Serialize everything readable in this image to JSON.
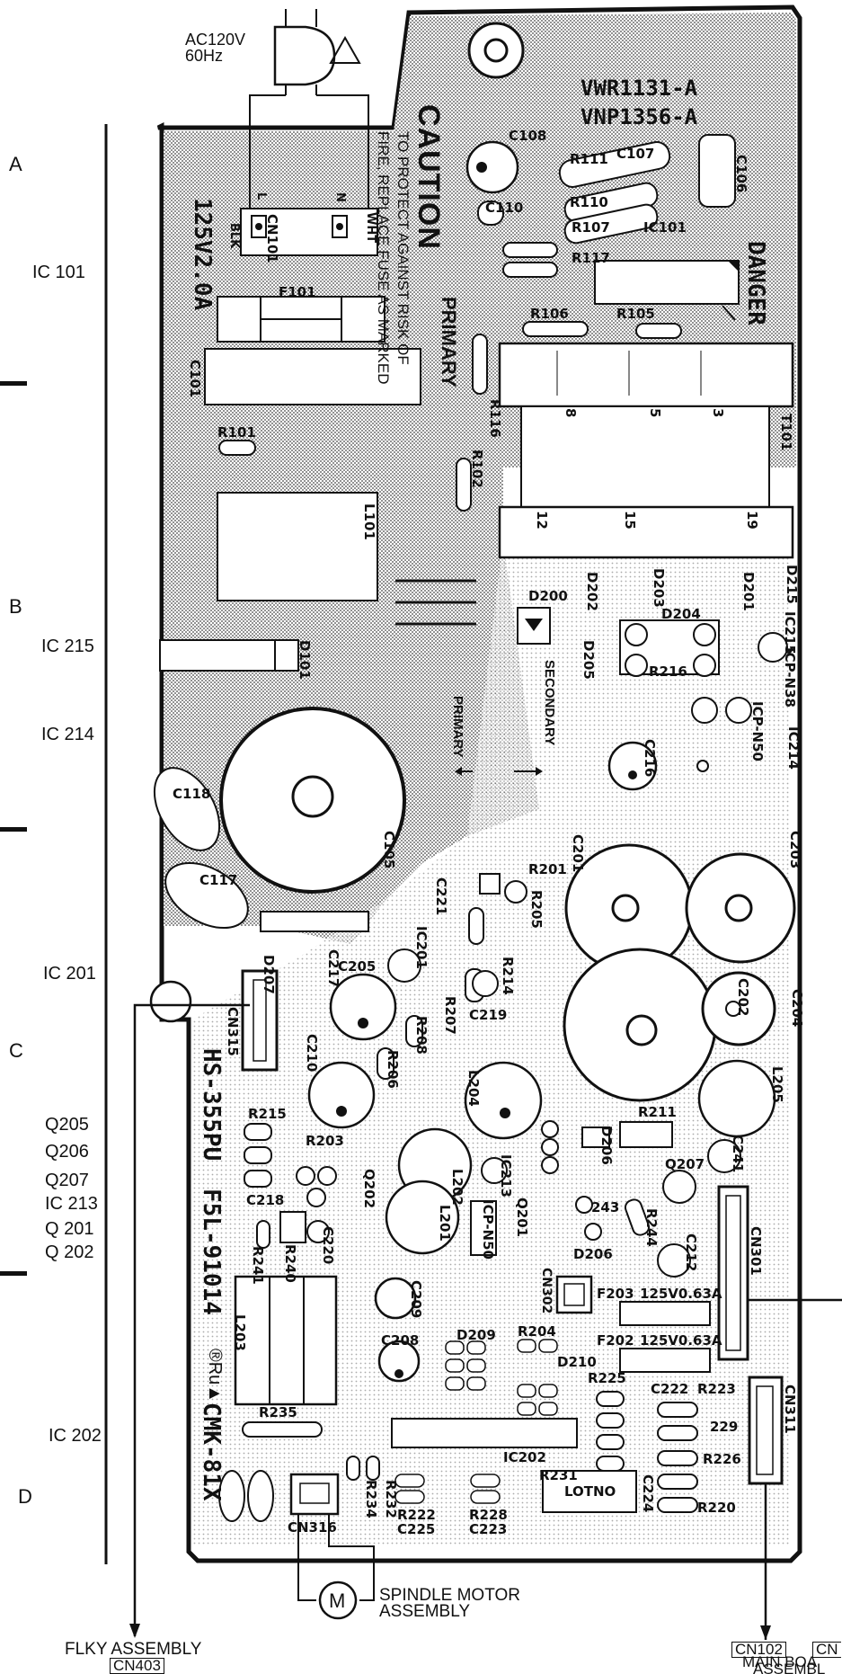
{
  "power_input": {
    "voltage": "AC120V",
    "frequency": "60Hz",
    "warning_symbol": "warning-triangle-icon"
  },
  "board_codes": [
    "VWR1131-A",
    "VNP1356-A"
  ],
  "caution": {
    "title": "CAUTION",
    "line1": "TO PROTECT AGAINST RISK OF",
    "line2": "FIRE, REPLACE FUSE AS MARKED"
  },
  "fuse_rating": "125V2.0A",
  "danger_label": "DANGER",
  "primary_label": "PRIMARY",
  "primary_secondary": {
    "primary": "PRIMARY",
    "secondary": "SECONDARY"
  },
  "grid_rows": [
    "A",
    "B",
    "C",
    "D"
  ],
  "side_ic_labels": [
    "IC 101",
    "IC 215",
    "IC 214",
    "IC 201",
    "Q205",
    "Q206",
    "Q207",
    "IC 213",
    "Q 201",
    "Q 202",
    "IC 202"
  ],
  "connector_labels": {
    "cn101": "CN101",
    "blk": "BLK",
    "wht": "WHT",
    "l": "L",
    "n": "N",
    "cn315": "CN315",
    "cn301": "CN301",
    "cn302": "CN302",
    "cn311": "CN311",
    "cn316": "CN316"
  },
  "board_model": "HS-355PU",
  "board_model2": "F5L-91014",
  "board_model3": "CMK-81X",
  "ul_mark": "®Ru▲",
  "fuses": {
    "f101": "F101",
    "f202": "F202",
    "f202_rating": "125V0.63A",
    "f203": "F203",
    "f203_rating": "125V0.63A"
  },
  "components": {
    "c101": "C101",
    "c105": "C105",
    "c106": "C106",
    "c107": "C107",
    "c108": "C108",
    "c110": "C110",
    "c117": "C117",
    "c118": "C118",
    "c201": "C201",
    "c202": "C202",
    "c203": "C203",
    "c204": "C204",
    "c205": "C205",
    "c208": "C208",
    "c209": "C209",
    "c210": "C210",
    "c216": "C216",
    "c217": "C217",
    "c218": "C218",
    "c219": "C219",
    "c220": "C220",
    "c221": "C221",
    "c222": "C222",
    "c223": "C223",
    "c224": "C224",
    "c225": "C225",
    "c241": "C241",
    "c212": "C212",
    "r101": "R101",
    "r102": "R102",
    "r105": "R105",
    "r106": "R106",
    "r107": "R107",
    "r110": "R110",
    "r111": "R111",
    "r116": "R116",
    "r117": "R117",
    "r201": "R201",
    "r203": "R203",
    "r204": "R204",
    "r205": "R205",
    "r206": "R206",
    "r207": "R207",
    "r208": "R208",
    "r211": "R211",
    "r214": "R214",
    "r215": "R215",
    "r216": "R216",
    "r220": "R220",
    "r222": "R222",
    "r223": "R223",
    "r225": "R225",
    "r226": "R226",
    "r228": "R228",
    "r229": "229",
    "r231": "R231",
    "r232": "R232",
    "r234": "R234",
    "r235": "R235",
    "r240": "R240",
    "r241": "R241",
    "r243": "243",
    "r244": "R244",
    "d101": "D101",
    "d200": "D200",
    "d201": "D201",
    "d202": "D202",
    "d203": "D203",
    "d204": "D204",
    "d205": "D205",
    "d206": "D206",
    "d207": "D207",
    "d209": "D209",
    "d210": "D210",
    "d215": "D215",
    "l101": "L101",
    "l201": "L201",
    "l202": "L202",
    "l203": "L203",
    "l204": "L204",
    "l205": "L205",
    "t101": "T101",
    "ic101": "IC101",
    "ic202": "IC202",
    "ic213": "IC213",
    "ic214": "IC214",
    "ic215": "IC215",
    "ic201": "IC201",
    "q201": "Q201",
    "q202": "Q202",
    "q207": "Q207",
    "icp_n38": "ICP-N38",
    "icp_n50": "ICP-N50",
    "icp_n50b": "ICP-N50",
    "lotno": "LOTNO"
  },
  "transformer_pins": [
    "8",
    "5",
    "3",
    "12",
    "15",
    "19"
  ],
  "motor": {
    "symbol": "M",
    "label_line1": "SPINDLE MOTOR",
    "label_line2": "ASSEMBLY"
  },
  "flky": {
    "label": "FLKY ASSEMBLY",
    "connector": "CN403"
  },
  "main_board": {
    "connectors": [
      "CN102",
      "CN"
    ],
    "line1": "MAIN BOA",
    "line2": "ASSEMBL"
  }
}
